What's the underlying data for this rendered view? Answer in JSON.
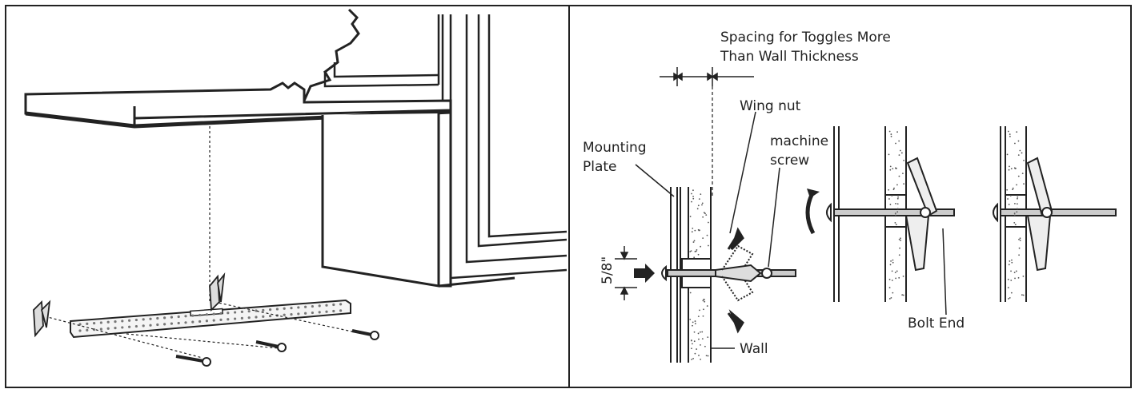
{
  "diagram": {
    "labels": {
      "spacing_line1": "Spacing for Toggles More",
      "spacing_line2": "Than Wall Thickness",
      "wing_nut": "Wing nut",
      "machine_line1": "machine",
      "machine_line2": "screw",
      "mounting_line1": "Mounting",
      "mounting_line2": "Plate",
      "dimension": "5/8\"",
      "bolt_end": "Bolt End",
      "wall": "Wall"
    }
  }
}
